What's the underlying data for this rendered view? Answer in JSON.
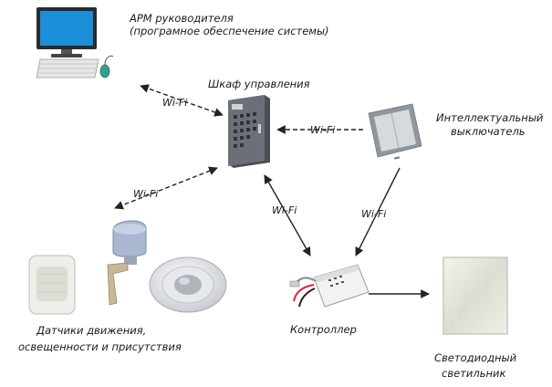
{
  "nodes": {
    "workstation": {
      "line1": "АРМ руководителя",
      "line2": "(програмное обеспечение системы)"
    },
    "cabinet": {
      "label": "Шкаф управления"
    },
    "switch": {
      "line1": "Интеллектуальный",
      "line2": "выключатель"
    },
    "sensors": {
      "line1": "Датчики движения,",
      "line2": "освещенности и присутствия"
    },
    "controller": {
      "label": "Контроллер"
    },
    "lamp": {
      "line1": "Светодиодный",
      "line2": "светильник"
    }
  },
  "links": {
    "wifi_label": "Wi-Fi"
  },
  "colors": {
    "stroke": "#222222",
    "cabinet_body": "#4a4f55",
    "cabinet_face": "#6b7078",
    "monitor_screen": "#1b8fd8",
    "switch_frame": "#8f969c",
    "switch_panel": "#d6dadd",
    "lamp_panel": "#e8e8e0"
  }
}
